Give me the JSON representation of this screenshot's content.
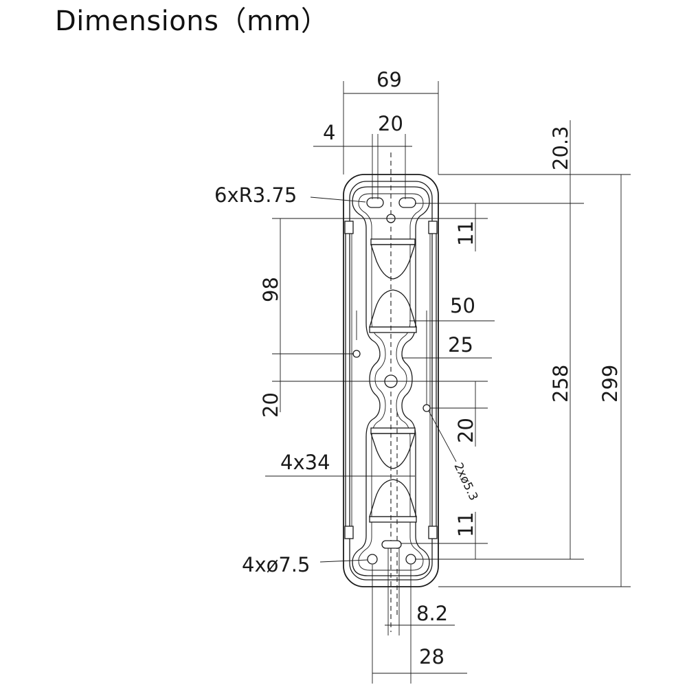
{
  "title": "Dimensions（mm）",
  "dimensions": {
    "overall_width": "69",
    "slot_spacing": "20",
    "slot_width": "4",
    "top_offset": "20.3",
    "slot_radius": "6xR3.75",
    "top_edge_distance": "11",
    "upper_span": "98",
    "middle_width": "50",
    "middle_half": "25",
    "center_offset_left": "20",
    "center_offset_right": "20",
    "side_holes": "2xø5.3",
    "hook_width": "4x34",
    "bottom_edge_distance": "11",
    "holes": "4xø7.5",
    "bottom_slot_width": "8.2",
    "bottom_hole_spacing": "28",
    "hole_spacing_vertical": "258",
    "overall_height": "299"
  }
}
